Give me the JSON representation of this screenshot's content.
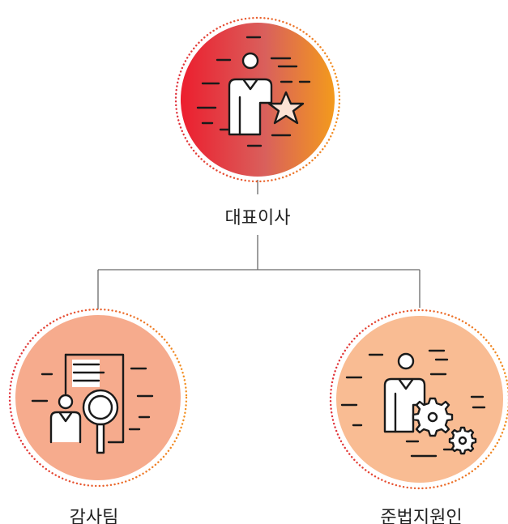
{
  "org_chart": {
    "top": {
      "label": "대표이사",
      "icon": "manager-star-icon",
      "gradient": [
        "#ec1e2e",
        "#d6565c",
        "#f39321"
      ]
    },
    "children": [
      {
        "label": "감사팀",
        "icon": "audit-magnifier-icon",
        "fill": "#f6ab8d"
      },
      {
        "label": "준법지원인",
        "icon": "compliance-gear-icon",
        "fill": "#f9bc93"
      }
    ],
    "connector_color": "#6a6a6a",
    "dotted_ring_colors": [
      "#e0303a",
      "#f29022"
    ]
  }
}
